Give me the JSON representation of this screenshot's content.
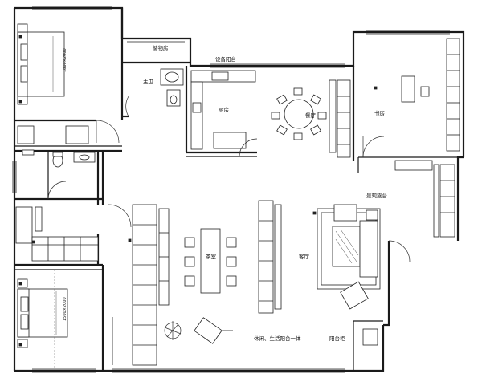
{
  "labels": {
    "laundry": "储物房",
    "balcony_service": "设备阳台",
    "bathroom_main": "主卫",
    "kitchen": "厨房",
    "dining": "餐厅",
    "study": "书房",
    "living_area": "客厅",
    "tea_room": "茶室",
    "leisure": "休闲、生活阳台一体",
    "balcony_right": "阳台柜",
    "entry": "景观露台",
    "bed1_size": "1800×2000",
    "bed2_size": "1500×2000"
  }
}
